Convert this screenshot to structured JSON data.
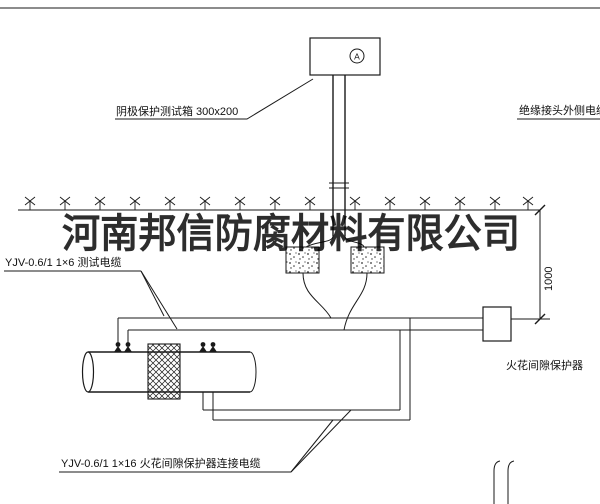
{
  "colors": {
    "background": "#ffffff",
    "line": "#1a1a1a",
    "watermark": "#000000"
  },
  "labels": {
    "test_box": "阴极保护测试箱 300x200",
    "insulated_joint_cable": "绝缘接头外侧电缆",
    "test_cable": "YJV-0.6/1 1×6  测试电缆",
    "protector_cable": "YJV-0.6/1 1×16  火花间隙保护器连接电缆",
    "spark_gap_protector": "火花间隙保护器",
    "dimension_1000": "1000",
    "terminal_letter": "A",
    "watermark": "河南邦信防腐材料有限公司"
  }
}
